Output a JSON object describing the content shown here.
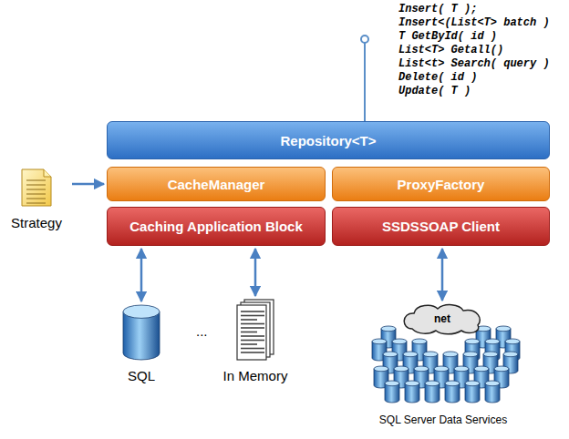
{
  "diagram": {
    "nodes": [
      {
        "text": [
          "Repository<T>"
        ]
      },
      {
        "text": [
          "Strategy"
        ]
      },
      {
        "text": [
          "CacheManager"
        ]
      },
      {
        "text": [
          "ProxyFactory"
        ]
      },
      {
        "text": [
          "Caching Application Block"
        ]
      },
      {
        "text": [
          "SSDSSOAP Client"
        ]
      },
      {
        "text": [
          "SQL"
        ]
      },
      {
        "text": [
          "In Memory"
        ]
      },
      {
        "text": [
          "net"
        ]
      },
      {
        "text": [
          "SQL Server Data Services"
        ]
      }
    ],
    "edges": [
      {
        "from": 1,
        "to": 2,
        "arrow": "to"
      },
      {
        "from": 4,
        "to": 6,
        "arrow": "both"
      },
      {
        "from": 4,
        "to": 7,
        "arrow": "both"
      },
      {
        "from": 5,
        "to": 8,
        "arrow": "both"
      }
    ],
    "labels": [
      "Insert( T );",
      "Insert<(List<T> batch )",
      "T GetById( id )",
      "List<T> Getall()",
      "List<t> Search( query )",
      "Delete( id )",
      "Update( T )",
      "..."
    ]
  }
}
